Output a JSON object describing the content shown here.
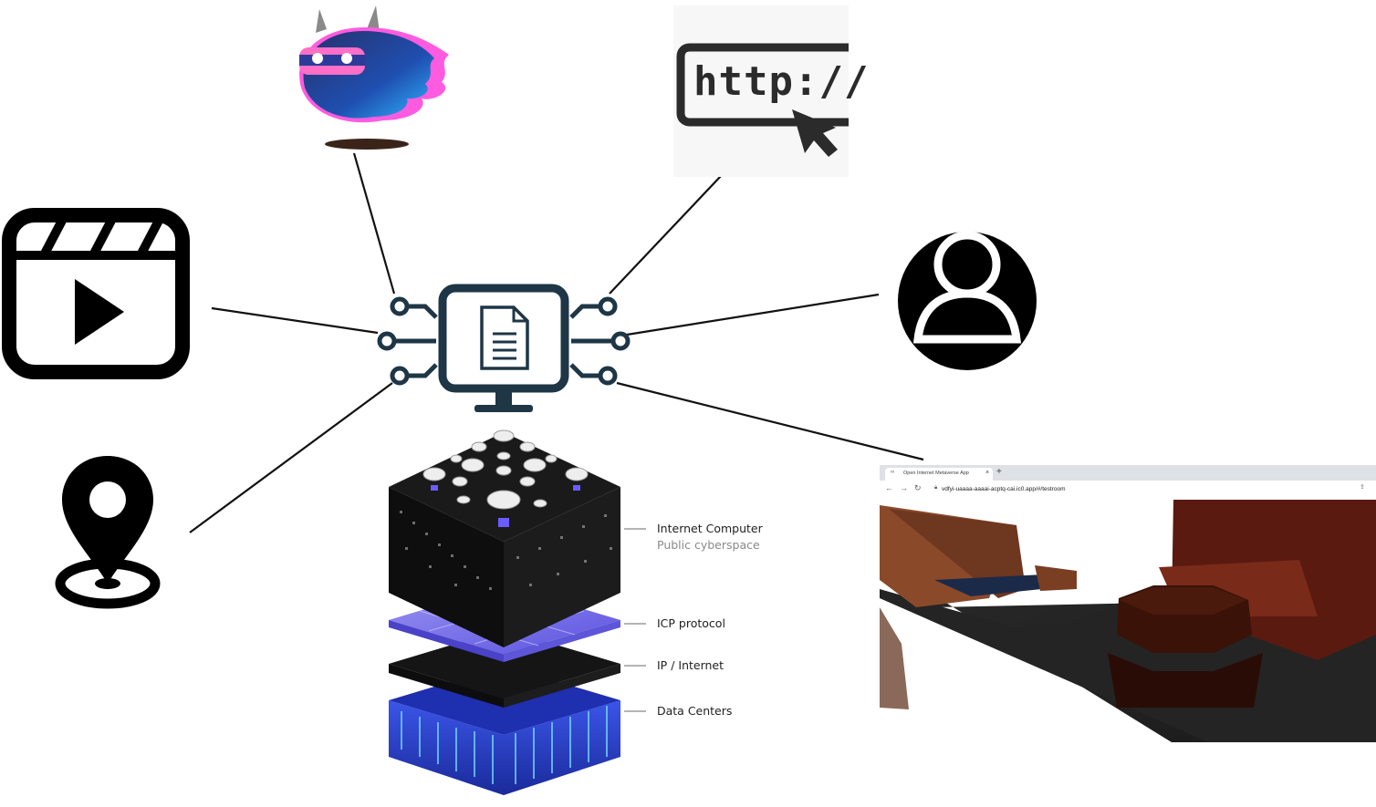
{
  "layers": {
    "internet_computer": "Internet Computer",
    "public_cyberspace": "Public cyberspace",
    "icp_protocol": "ICP protocol",
    "ip_internet": "IP / Internet",
    "data_centers": "Data Centers"
  },
  "http_label": "http://",
  "browser": {
    "tab_title": "Open Internet Metaverse App",
    "tab_close": "×",
    "new_tab": "+",
    "url": "vdfyi-uaaaa-aaaai-acptq-cai.ic0.app/#/testroom"
  },
  "icons": {
    "center": "monitor-document-circuit-icon",
    "video": "video-clip-icon",
    "location": "location-pin-icon",
    "user": "user-avatar-icon",
    "url": "http-cursor-icon",
    "mascot": "ninja-mascot-icon"
  },
  "colors": {
    "icon_dark": "#1e3646",
    "line": "#111111",
    "cube_black": "#111111",
    "protocol_purple": "#6f67e8",
    "datacenter_blue": "#2a3fc8"
  }
}
